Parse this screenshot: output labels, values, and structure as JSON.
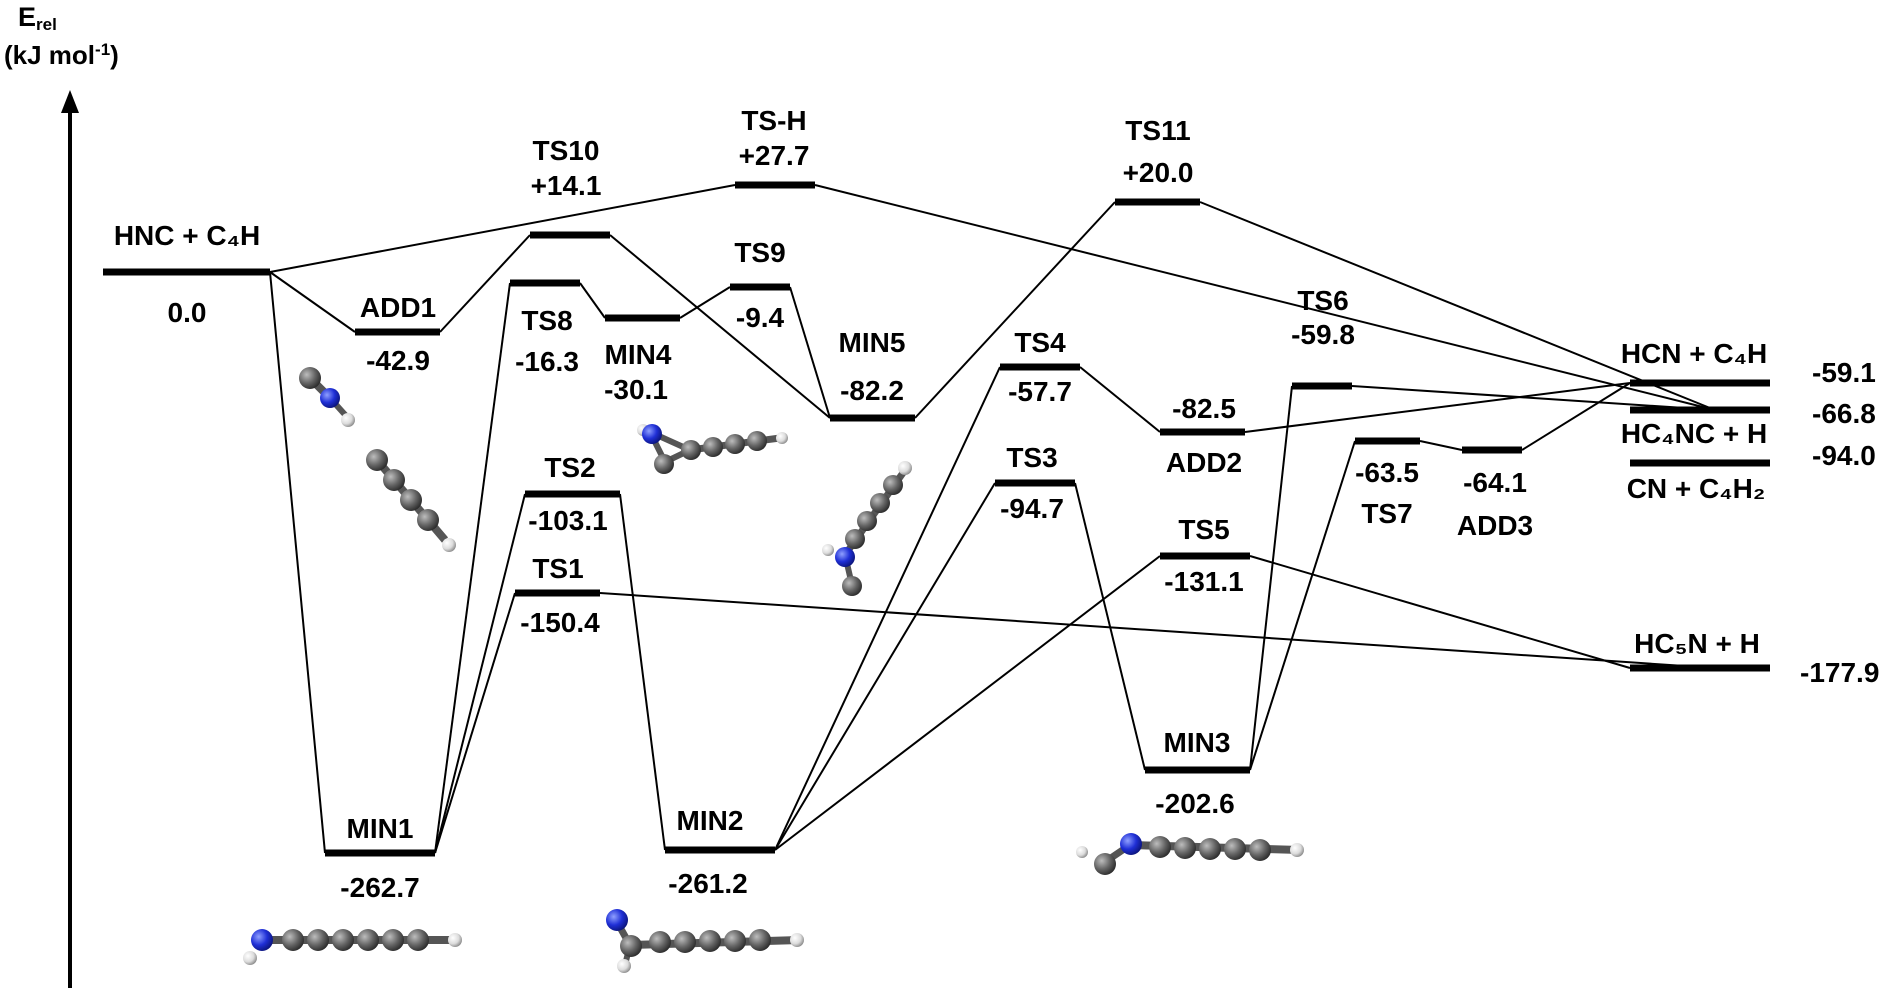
{
  "axis": {
    "symbol": "E",
    "symbol_sub": "rel",
    "unit_open": "(kJ mol",
    "unit_sup": "-1",
    "unit_close": ")"
  },
  "levels": [
    {
      "id": "reactants",
      "name": "HNC + C₄H",
      "energy": "0.0"
    },
    {
      "id": "add1",
      "name": "ADD1",
      "energy": "-42.9"
    },
    {
      "id": "ts10",
      "name": "TS10",
      "energy": "+14.1"
    },
    {
      "id": "tsh",
      "name": "TS-H",
      "energy": "+27.7"
    },
    {
      "id": "ts8",
      "name": "TS8",
      "energy": "-16.3"
    },
    {
      "id": "min4",
      "name": "MIN4",
      "energy": "-30.1"
    },
    {
      "id": "ts9",
      "name": "TS9",
      "energy": "-9.4"
    },
    {
      "id": "min5",
      "name": "MIN5",
      "energy": "-82.2"
    },
    {
      "id": "ts11",
      "name": "TS11",
      "energy": "+20.0"
    },
    {
      "id": "ts4",
      "name": "TS4",
      "energy": "-57.7"
    },
    {
      "id": "add2",
      "name": "ADD2",
      "energy": "-82.5"
    },
    {
      "id": "ts6",
      "name": "TS6",
      "energy": "-59.8"
    },
    {
      "id": "ts3",
      "name": "TS3",
      "energy": "-94.7"
    },
    {
      "id": "ts2",
      "name": "TS2",
      "energy": "-103.1"
    },
    {
      "id": "ts1",
      "name": "TS1",
      "energy": "-150.4"
    },
    {
      "id": "ts5",
      "name": "TS5",
      "energy": "-131.1"
    },
    {
      "id": "ts7",
      "name": "TS7",
      "energy": "-63.5"
    },
    {
      "id": "add3",
      "name": "ADD3",
      "energy": "-64.1"
    },
    {
      "id": "min1",
      "name": "MIN1",
      "energy": "-262.7"
    },
    {
      "id": "min2",
      "name": "MIN2",
      "energy": "-261.2"
    },
    {
      "id": "min3",
      "name": "MIN3",
      "energy": "-202.6"
    },
    {
      "id": "hcn",
      "name": "HCN + C₄H",
      "energy": "-59.1"
    },
    {
      "id": "hc4nc",
      "name": "HC₄NC + H",
      "energy": "-66.8"
    },
    {
      "id": "cn",
      "name": "CN + C₄H₂",
      "energy": "-94.0"
    },
    {
      "id": "hc5n",
      "name": "HC₅N + H",
      "energy": "-177.9"
    }
  ],
  "colors": {
    "carbon": "#5a5a5a",
    "nitrogen": "#1f2fd6",
    "hydrogen": "#e8e8e8",
    "line": "#000000"
  }
}
